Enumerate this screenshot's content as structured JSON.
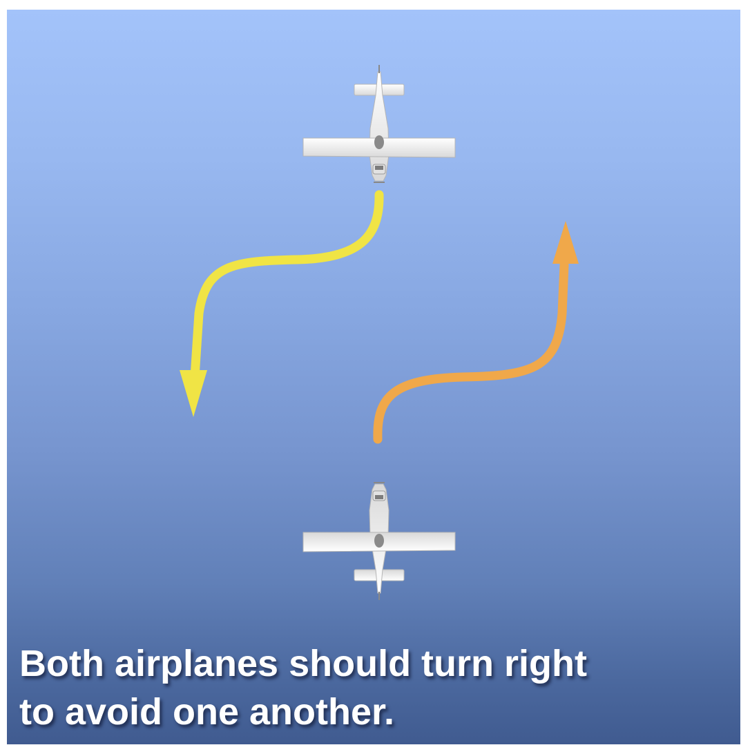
{
  "caption": {
    "line1": "Both airplanes should turn right",
    "line2": "to avoid one another."
  },
  "colors": {
    "sky_top": "#a3c3fa",
    "sky_bottom": "#405b90",
    "path_airplane_top": "#f0e445",
    "path_airplane_bottom": "#f0a84a",
    "airplane_body": "#f4f4f4",
    "caption_text": "#ffffff"
  },
  "airplanes": [
    {
      "name": "airplane-top",
      "heading": "south",
      "turn": "right"
    },
    {
      "name": "airplane-bottom",
      "heading": "north",
      "turn": "right"
    }
  ]
}
